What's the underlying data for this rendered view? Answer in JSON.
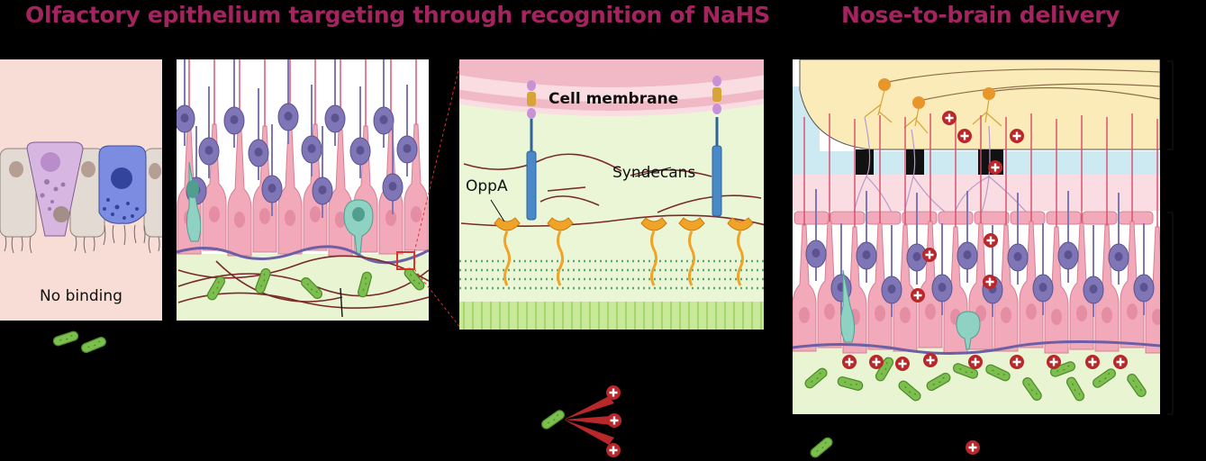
{
  "titles": {
    "left": "Olfactory epithelium targeting through recognition of NaHS",
    "right": "Nose-to-brain delivery"
  },
  "labels": {
    "no_binding": "No binding",
    "cell_membrane": "Cell membrane",
    "syndecans": "Syndecans",
    "oppa": "OppA"
  },
  "colors": {
    "title": "#A3245F",
    "background": "#000000",
    "mucus": "#E8F4D2",
    "neuron_body": "#7F76B8",
    "support_cell": "#F2A9B9",
    "bulb": "#FBEBB8",
    "bacteria": "#7DBF4E",
    "binding_protein": "#F0A326",
    "syndecan": "#4A89C8",
    "drug_mark": "#B8282A"
  },
  "icons": [
    "plus-circle-icon",
    "bacterium-icon",
    "neuron-icon",
    "syndecan-icon",
    "oppa-icon"
  ]
}
